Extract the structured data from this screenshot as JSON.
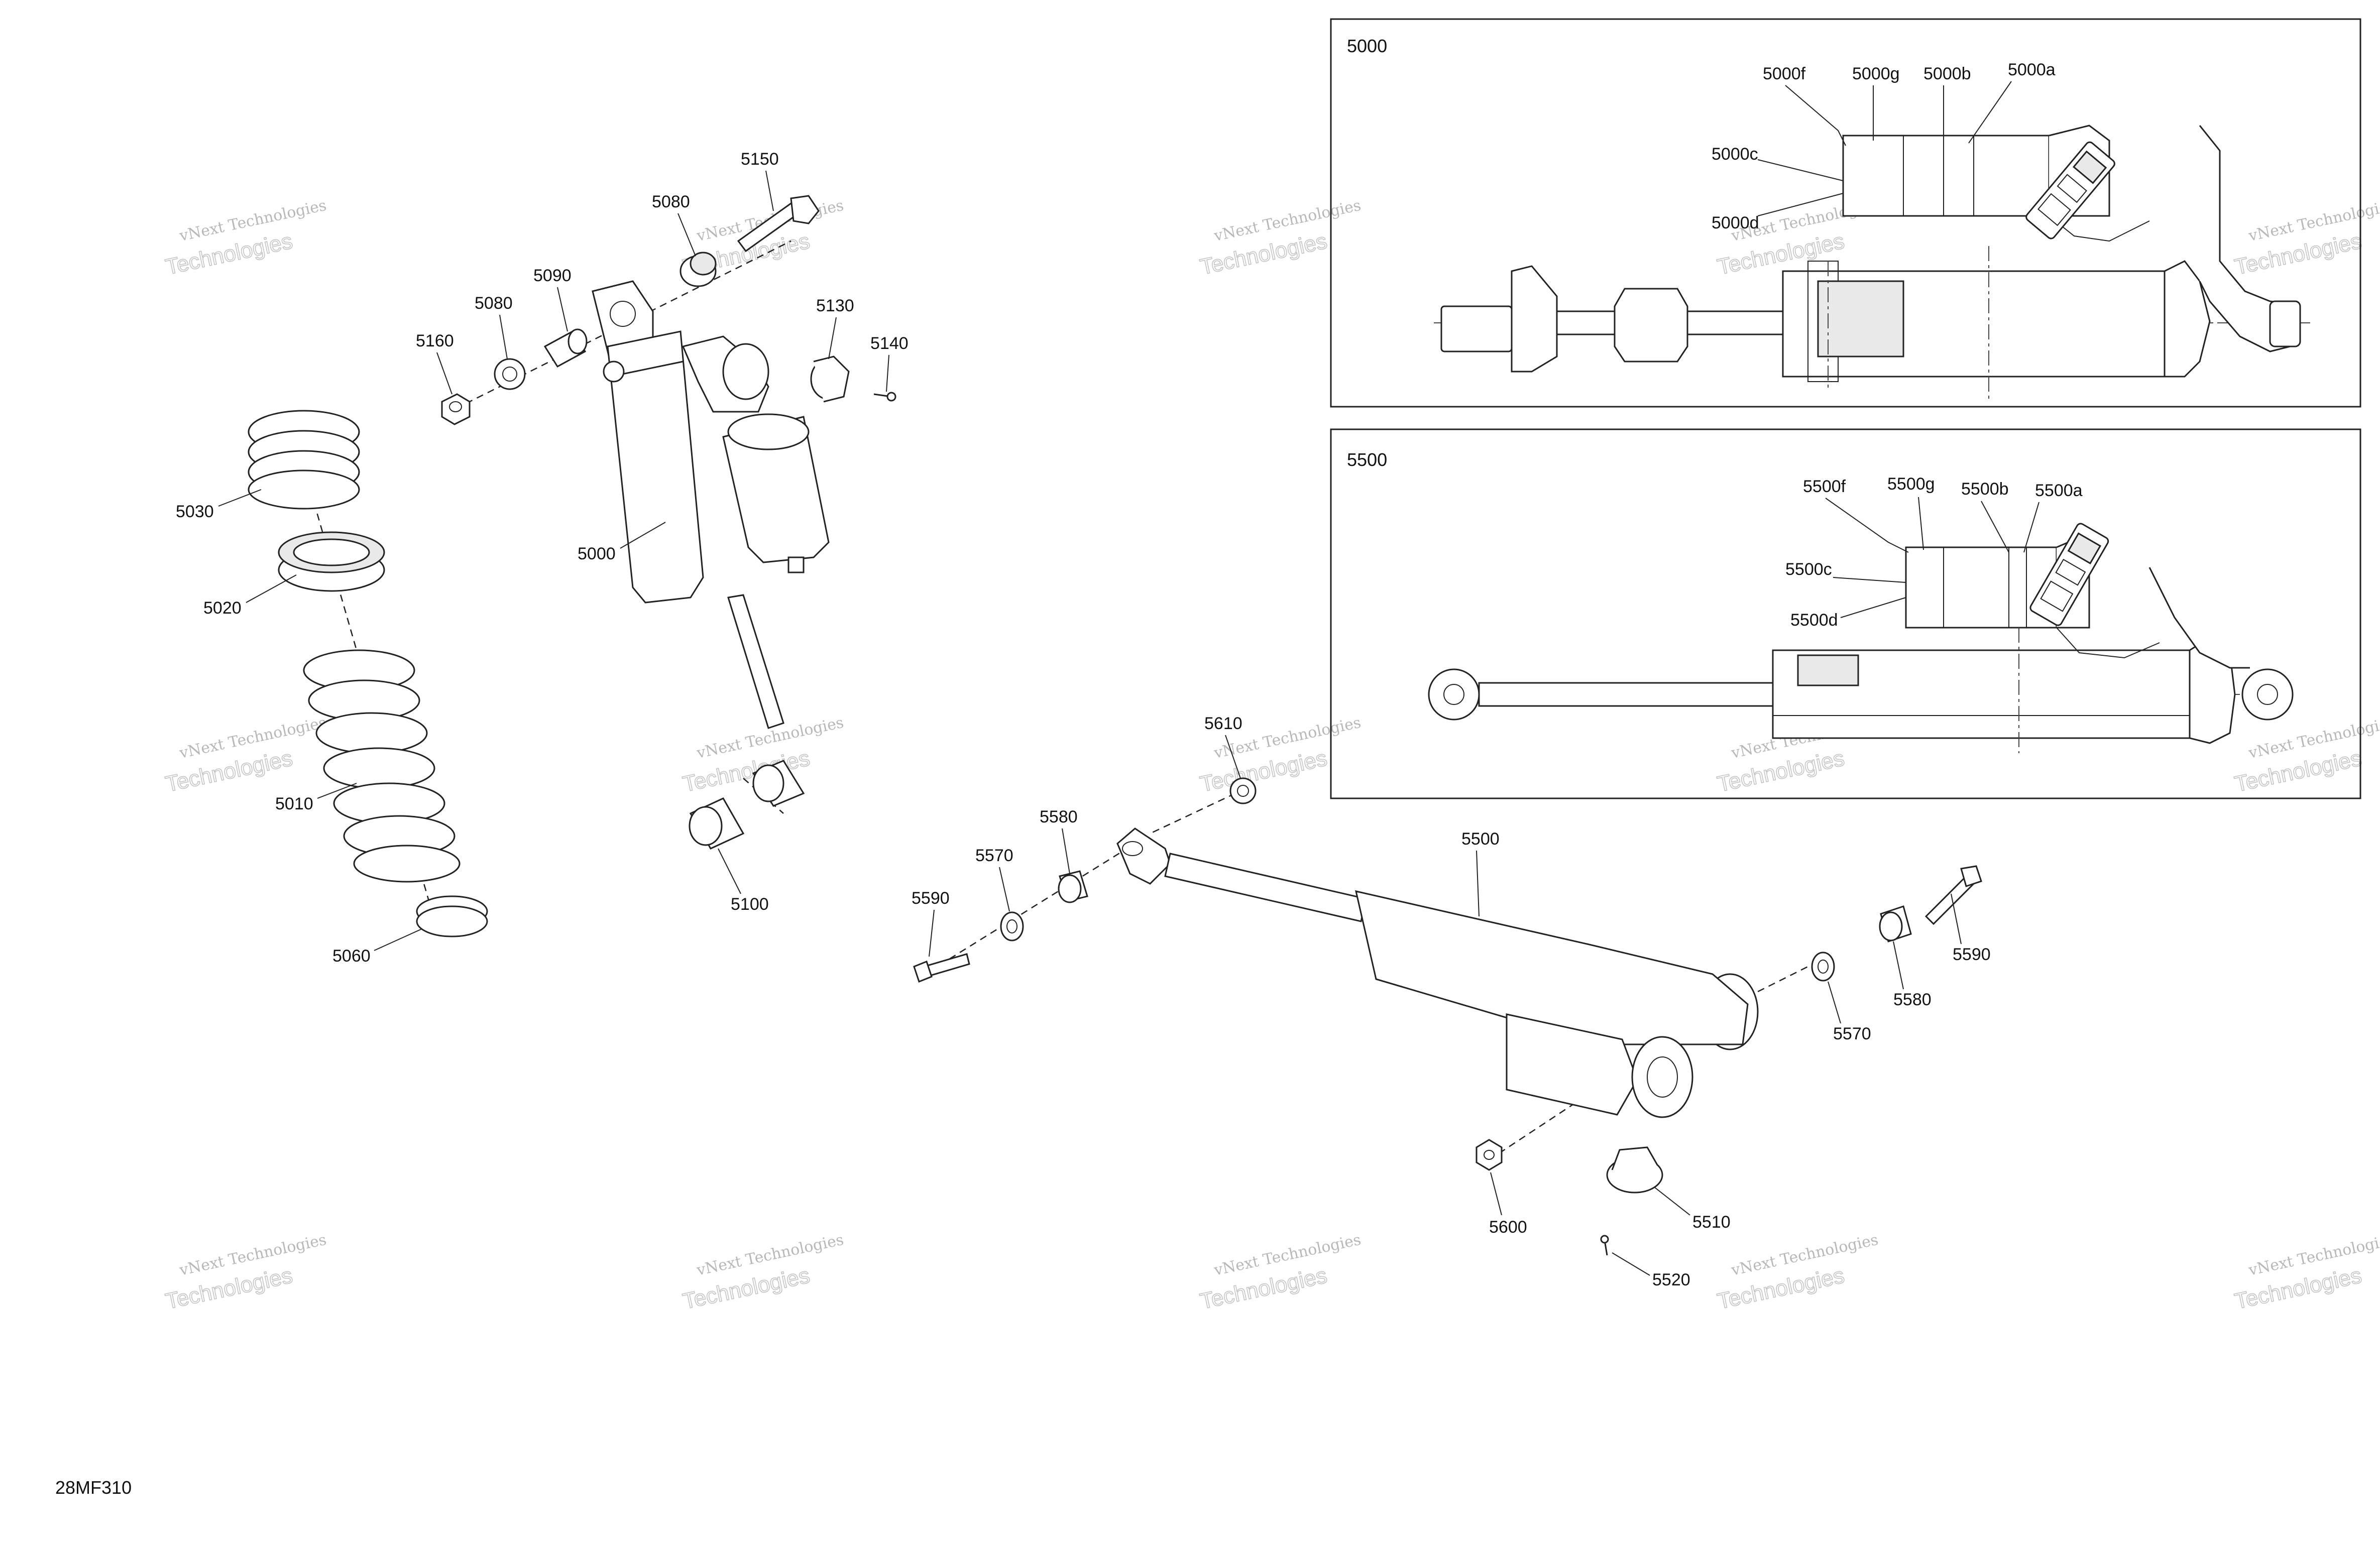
{
  "reference": "28MF310",
  "watermark": {
    "line1": "vNext Technologies",
    "line2": "Technologies",
    "line3": "vNext"
  },
  "boxes": {
    "box_5000": {
      "title": "5000",
      "callouts": {
        "f": "5000f",
        "g": "5000g",
        "b": "5000b",
        "a": "5000a",
        "c": "5000c",
        "d": "5000d"
      }
    },
    "box_5500": {
      "title": "5500",
      "callouts": {
        "f": "5500f",
        "g": "5500g",
        "b": "5500b",
        "a": "5500a",
        "c": "5500c",
        "d": "5500d"
      }
    }
  },
  "parts": {
    "p5150": "5150",
    "p5080a": "5080",
    "p5090": "5090",
    "p5080b": "5080",
    "p5160": "5160",
    "p5130": "5130",
    "p5140": "5140",
    "p5030": "5030",
    "p5020": "5020",
    "p5000": "5000",
    "p5010": "5010",
    "p5100": "5100",
    "p5060": "5060",
    "p5610": "5610",
    "p5580a": "5580",
    "p5570a": "5570",
    "p5590a": "5590",
    "p5500": "5500",
    "p5590b": "5590",
    "p5580b": "5580",
    "p5570b": "5570",
    "p5600": "5600",
    "p5510": "5510",
    "p5520": "5520"
  }
}
